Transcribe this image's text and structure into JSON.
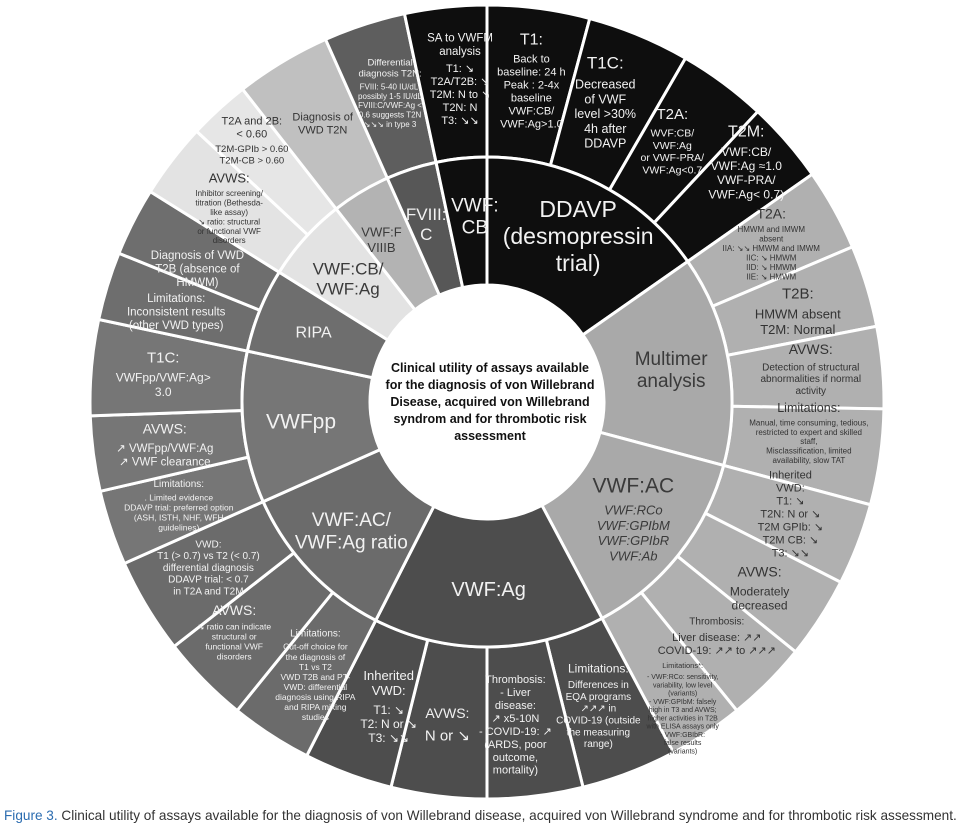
{
  "center": {
    "lines": [
      "Clinical utility of assays available",
      "for the diagnosis of von Willebrand",
      "Disease, acquired von Willebrand",
      "syndrom and for thrombotic risk",
      "assessment"
    ]
  },
  "inner": [
    {
      "title": [
        "DDAVP",
        "(desmopressin",
        "trial)"
      ],
      "body": []
    },
    {
      "title": [
        "Multimer",
        "analysis"
      ],
      "body": []
    },
    {
      "title": [
        "VWF:AC"
      ],
      "body": [
        "VWF:RCo",
        "VWF:GPIbM",
        "VWF:GPIbR",
        "VWF:Ab"
      ]
    },
    {
      "title": [
        "VWF:Ag"
      ],
      "body": []
    },
    {
      "title": [
        "VWF:AC/",
        "VWF:Ag ratio"
      ],
      "body": []
    },
    {
      "title": [
        "VWFpp"
      ],
      "body": []
    },
    {
      "title": [
        "RIPA"
      ],
      "body": []
    },
    {
      "title": [
        "VWF:CB/",
        "VWF:Ag"
      ],
      "body": []
    },
    {
      "title": [
        "VWF:F",
        "VIIIB"
      ],
      "body": []
    },
    {
      "title": [
        "FVIII:",
        "C"
      ],
      "body": []
    },
    {
      "title": [
        "VWF:",
        "CB"
      ],
      "body": []
    }
  ],
  "outer": [
    {
      "title": [
        "T1:"
      ],
      "body": [
        "Back to",
        "baseline: 24 h",
        "Peak : 2-4x",
        "baseline",
        "VWF:CB/",
        "VWF:Ag>1.0"
      ]
    },
    {
      "title": [
        "T1C:"
      ],
      "body": [
        "Decreased",
        "of VWF",
        "level >30%",
        "4h after",
        "DDAVP"
      ]
    },
    {
      "title": [
        "T2A:"
      ],
      "body": [
        "WVF:CB/",
        "VWF:Ag",
        "or VWF-PRA/",
        "VWF:Ag<0.7"
      ]
    },
    {
      "title": [
        "T2M:"
      ],
      "body": [
        "VWF:CB/",
        "VWF:Ag ≈1.0",
        "VWF-PRA/",
        "VWF:Ag< 0.7)"
      ]
    },
    {
      "title": [
        "T2A:"
      ],
      "body": [
        "HMWM and IMWM",
        "absent",
        "IIA: ↘↘ HMWM and IMWM",
        "IIC: ↘ HMWM",
        "IID: ↘ HMWM",
        "IIE: ↘ HMWM"
      ]
    },
    {
      "title": [
        "T2B:"
      ],
      "body": [
        "HMWM absent",
        "T2M: Normal"
      ]
    },
    {
      "title": [
        "AVWS:"
      ],
      "body": [
        "Detection of structural",
        "abnormalities if normal",
        "activity"
      ]
    },
    {
      "title": [
        "Limitations:"
      ],
      "body": [
        "Manual, time consuming, tedious,",
        "restricted to expert and skilled",
        "staff,",
        "Misclassification, limited",
        "availability, slow TAT"
      ]
    },
    {
      "title": [
        "Inherited",
        "VWD:"
      ],
      "body": [
        "T1: ↘",
        "T2N: N or ↘",
        "T2M GPIb: ↘",
        "T2M CB: ↘",
        "T3: ↘↘"
      ]
    },
    {
      "title": [
        "AVWS:"
      ],
      "body": [
        "Moderately",
        "decreased"
      ]
    },
    {
      "title": [
        "Thrombosis:"
      ],
      "body": [
        "Liver disease: ↗↗",
        "COVID-19: ↗↗ to ↗↗↗"
      ]
    },
    {
      "title": [
        "Limitations*:"
      ],
      "body": [
        "- VWF:RCo: sensitivity,",
        "variability, low level",
        "(variants)",
        "- VWF:GPIbM: falsely",
        "high in T3 and AVWS;",
        "higher activities in T2B",
        "with ELISA assays only",
        "- VWF:GBIbR:",
        "false results",
        "(variants)"
      ]
    },
    {
      "title": [
        "Limitations:"
      ],
      "body": [
        "Differences in",
        "EQA programs",
        "↗↗↗ in",
        "COVID-19 (outside",
        "the measuring",
        "range)"
      ]
    },
    {
      "title": [
        "Thrombosis:"
      ],
      "body": [
        "- Liver",
        "disease:",
        "↗ x5-10N",
        "- COVID-19: ↗",
        "(ARDS, poor",
        "outcome,",
        "mortality)"
      ]
    },
    {
      "title": [
        "AVWS:"
      ],
      "body": [
        "N or ↘"
      ]
    },
    {
      "title": [
        "Inherited",
        "VWD:"
      ],
      "body": [
        "T1: ↘",
        "T2: N or ↘",
        "T3: ↘↘"
      ]
    },
    {
      "title": [
        "Limitations:"
      ],
      "body": [
        "Cut-off choice for",
        "the diagnosis of",
        "T1 vs T2",
        "VWD T2B and PT-",
        "VWD: differential",
        "diagnosis using RIPA",
        "and RIPA mixing",
        "studies"
      ]
    },
    {
      "title": [
        "AVWS:"
      ],
      "body": [
        "↘ ratio can indicate",
        "structural or",
        "functional VWF",
        "disorders"
      ]
    },
    {
      "title": [
        "VWD:"
      ],
      "body": [
        "T1 (> 0.7) vs T2 (< 0.7)",
        "differential diagnosis",
        "DDAVP trial: < 0.7",
        "in T2A and T2M"
      ]
    },
    {
      "title": [
        "Limitations:"
      ],
      "body": [
        ". Limited evidence",
        "DDAVP trial: preferred option",
        "(ASH, ISTH, NHF, WFH",
        "guidelines)"
      ]
    },
    {
      "title": [
        "AVWS:"
      ],
      "body": [
        "↗ VWFpp/VWF:Ag",
        "↗ VWF clearance"
      ]
    },
    {
      "title": [
        "T1C:"
      ],
      "body": [
        "VWFpp/VWF:Ag>",
        "3.0"
      ]
    },
    {
      "title": [],
      "body": [
        "Limitations:",
        "Inconsistent results",
        "(other VWD types)"
      ]
    },
    {
      "title": [],
      "body": [
        "Diagnosis of VWD",
        "T2B (absence of",
        "HMWM)"
      ]
    },
    {
      "title": [
        "AVWS:"
      ],
      "body": [
        "Inhibitor screening/",
        "titration (Bethesda-",
        "like assay)",
        "↘ ratio: structural",
        "or functional VWF",
        "disorders"
      ]
    },
    {
      "title": [
        "T2A and 2B:",
        "< 0.60"
      ],
      "body": [
        "T2M-GPIb > 0.60",
        "T2M-CB > 0.60"
      ]
    },
    {
      "title": [],
      "body": [
        "Diagnosis of",
        "VWD T2N"
      ]
    },
    {
      "title": [
        "Differential",
        "diagnosis T2N:"
      ],
      "body": [
        "FVIII: 5-40 IU/dL,",
        "possibly 1-5 IU/dL",
        "FVIII:C/VWF:Ag <",
        "0.6 suggests  T2N",
        "↘↘↘ in type 3"
      ]
    },
    {
      "title": [
        "SA to VWFM",
        "analysis"
      ],
      "body": [
        "T1: ↘",
        "T2A/T2B: ↘",
        "T2M: N to ↘",
        "T2N: N",
        "T3: ↘↘"
      ]
    }
  ],
  "caption": {
    "label": "Figure 3.",
    "text": " Clinical utility of assays available for the diagnosis of von Willebrand disease, acquired von Willebrand syndrome and for thrombotic risk assessment."
  }
}
